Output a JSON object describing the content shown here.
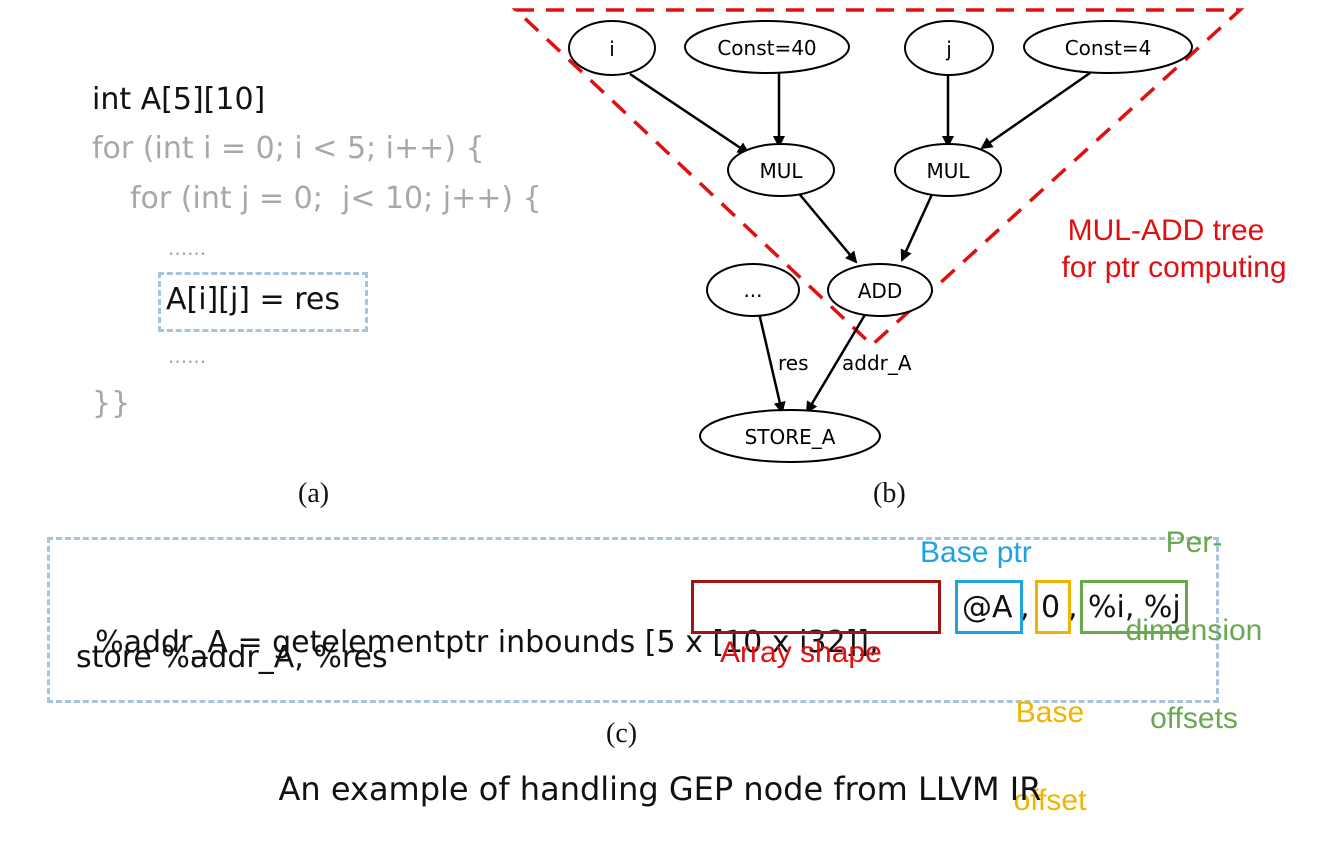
{
  "code_a": {
    "line1": "int A[5][10]",
    "line2": "for (int i = 0; i < 5; i++) {",
    "line3": "for (int j = 0;  j< 10; j++) {",
    "dots1": "......",
    "assign": "A[i][j] = res",
    "dots2": "......",
    "close": "}}"
  },
  "captions": {
    "a": "(a)",
    "b": "(b)",
    "c": "(c)"
  },
  "graph": {
    "nodes": {
      "i": "i",
      "const40": "Const=40",
      "j": "j",
      "const4": "Const=4",
      "mul1": "MUL",
      "mul2": "MUL",
      "ellipsis": "...",
      "add": "ADD",
      "store": "STORE_A"
    },
    "edge_labels": {
      "res": "res",
      "addr": "addr_A"
    },
    "tree_label_line1": "MUL-ADD tree",
    "tree_label_line2": "for ptr computing"
  },
  "ir": {
    "line1_prefix": "%addr_A = getelementptr inbounds ",
    "array_shape": "[5 x [10 x i32]]",
    "comma1": ",",
    "base_ptr": "@A",
    "comma2": ",",
    "base_offset": "0",
    "comma3": ",",
    "offsets": "%i, %j",
    "line2": "store %addr_A, %res"
  },
  "annotations": {
    "base_ptr": "Base ptr",
    "per_dim": [
      "Per-",
      "dimension",
      "offsets"
    ],
    "array_shape": "Array shape",
    "base_offset": [
      "Base",
      "offset"
    ]
  },
  "colors": {
    "red": "#e01010",
    "dark_red": "#a31515",
    "blue": "#1fa3e0",
    "yellow": "#f0b400",
    "green": "#6aa84f",
    "dash_blue": "#a8c4dc"
  },
  "title": "An example of handling GEP node from LLVM IR"
}
